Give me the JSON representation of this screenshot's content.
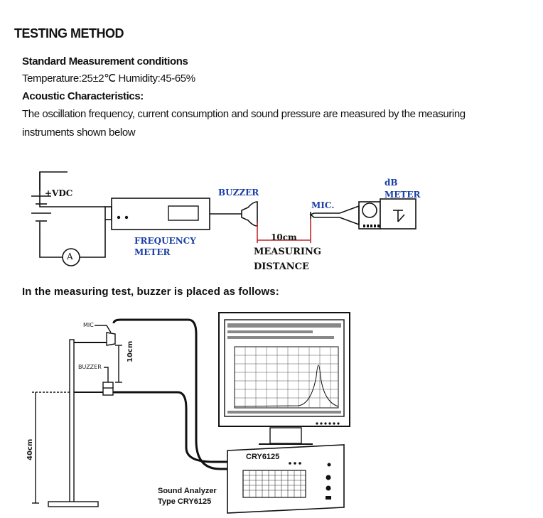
{
  "title": "TESTING METHOD",
  "standard_heading": "Standard Measurement conditions",
  "conditions": "Temperature:25±2℃ Humidity:45-65%",
  "acoustic_heading": "Acoustic Characteristics:",
  "acoustic_text_1": "The oscillation frequency, current consumption and sound pressure are measured by the measuring",
  "acoustic_text_2": "instruments shown below",
  "diagram1": {
    "vdc": "+VDC",
    "ammeter": "A",
    "freq_meter_1": "FREQUENCY",
    "freq_meter_2": "METER",
    "buzzer": "BUZZER",
    "mic": "MIC.",
    "db_1": "dB",
    "db_2": "METER",
    "distance": "10cm",
    "measuring_1": "MEASURING",
    "measuring_2": "DISTANCE",
    "accent_color": "#1b3fa8",
    "distance_color": "#c0282d"
  },
  "section2_heading": "In the measuring test, buzzer is placed as follows:",
  "diagram2": {
    "mic": "MIC",
    "buzzer": "BUZZER",
    "dist_10": "10cm",
    "dist_40": "40cm",
    "device_model": "CRY6125",
    "analyzer_1": "Sound Analyzer",
    "analyzer_2": "Type CRY6125"
  }
}
